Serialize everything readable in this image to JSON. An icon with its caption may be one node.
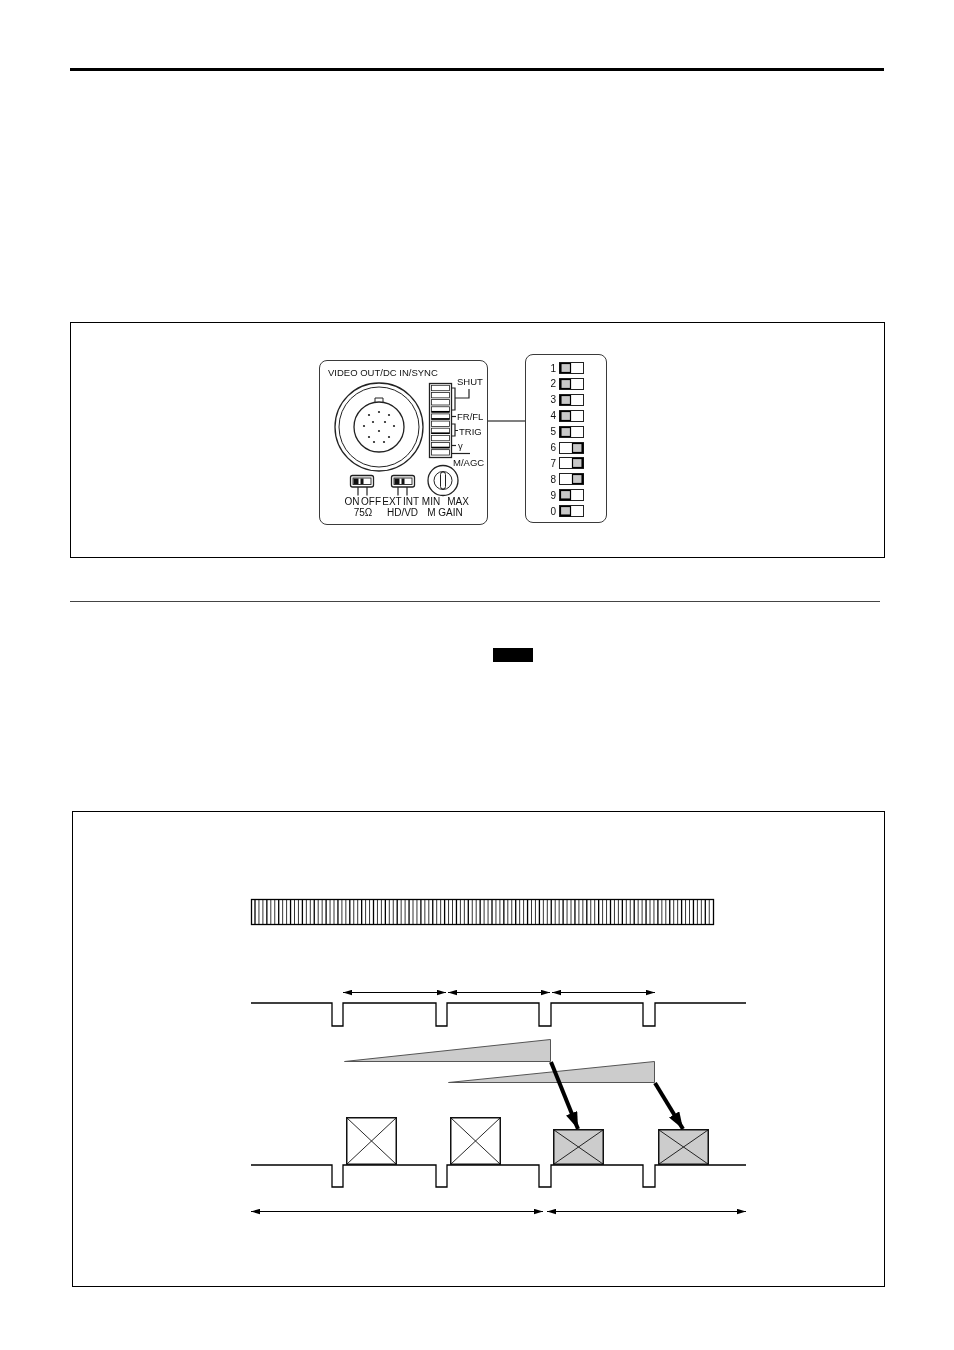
{
  "diagram": {
    "nodes": [
      {
        "text": [
          "VIDEO OUT/DC IN/SYNC"
        ]
      },
      {
        "text": [
          "1",
          "2",
          "3",
          "4",
          "5",
          "6",
          "7",
          "8",
          "9",
          "0"
        ]
      },
      {
        "text": [],
        "shape": "triangle"
      },
      {
        "text": [],
        "shape": "triangle"
      },
      {
        "text": [],
        "shape": "box"
      },
      {
        "text": [],
        "shape": "box"
      },
      {
        "text": [],
        "shape": "box"
      },
      {
        "text": [],
        "shape": "box"
      }
    ],
    "edges": [
      {
        "from": 0,
        "to": 1,
        "arrow": "none"
      },
      {
        "from": 2,
        "to": 6,
        "arrow": "to"
      },
      {
        "from": 3,
        "to": 7,
        "arrow": "to"
      }
    ],
    "labels": [
      "SHUT",
      "FR/FL",
      "TRIG",
      "γ",
      "M/AGC",
      "ON",
      "OFF",
      "EXT",
      "INT",
      "MIN",
      "MAX",
      "75Ω",
      "HD/VD",
      "M GAIN"
    ]
  }
}
